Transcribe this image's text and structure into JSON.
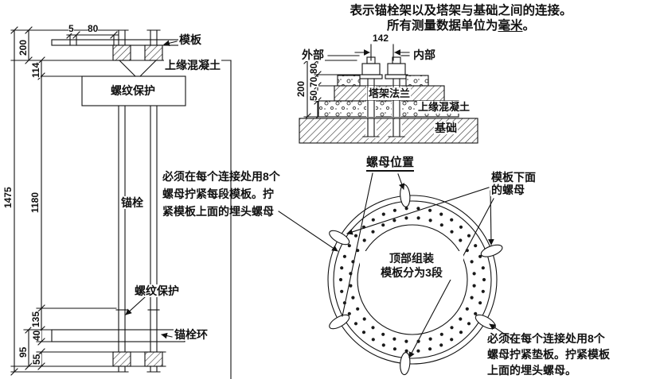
{
  "colors": {
    "ink": "#111111",
    "background": "#ffffff"
  },
  "header": {
    "line1": "表示锚栓架以及塔架与基础之间的连接。",
    "line2_prefix": "所有测量数据单位为",
    "line2_unit": "毫米",
    "line2_suffix": "。"
  },
  "left_view": {
    "labels": {
      "formwork": "模板",
      "upper_concrete": "上缘混凝土",
      "thread_protection_top": "螺纹保护",
      "anchor_bolt": "锚栓",
      "thread_protection_bottom": "螺纹保护",
      "anchor_ring": "锚栓环"
    },
    "dims": {
      "overall": "1475",
      "top_offset": "5",
      "top_width": "80",
      "d200": "200",
      "d114": "114",
      "d1180": "1180",
      "d135": "135",
      "d40": "40",
      "d95": "95",
      "d55": "55"
    }
  },
  "section_view": {
    "labels": {
      "exterior": "外部",
      "interior": "内部",
      "tower_flange": "塔架法兰",
      "upper_concrete": "上缘混凝土",
      "foundation": "基础"
    },
    "dims": {
      "d142": "142",
      "d80": "80",
      "d70": "70",
      "d50": "50",
      "d200": "200"
    }
  },
  "ring_view": {
    "labels": {
      "nut_position": "螺母位置",
      "nut_under_formwork": "模板下面\n的螺母",
      "center_note": "顶部组装\n模板分为3段"
    },
    "notes": {
      "left": "必须在每个连接处用8个\n螺母拧紧每段模板。拧\n紧模板上面的埋头螺母",
      "bottom_right": "必须在每个连接处用8个\n螺母拧紧垫板。拧紧模板\n上面的埋头螺母。"
    }
  }
}
